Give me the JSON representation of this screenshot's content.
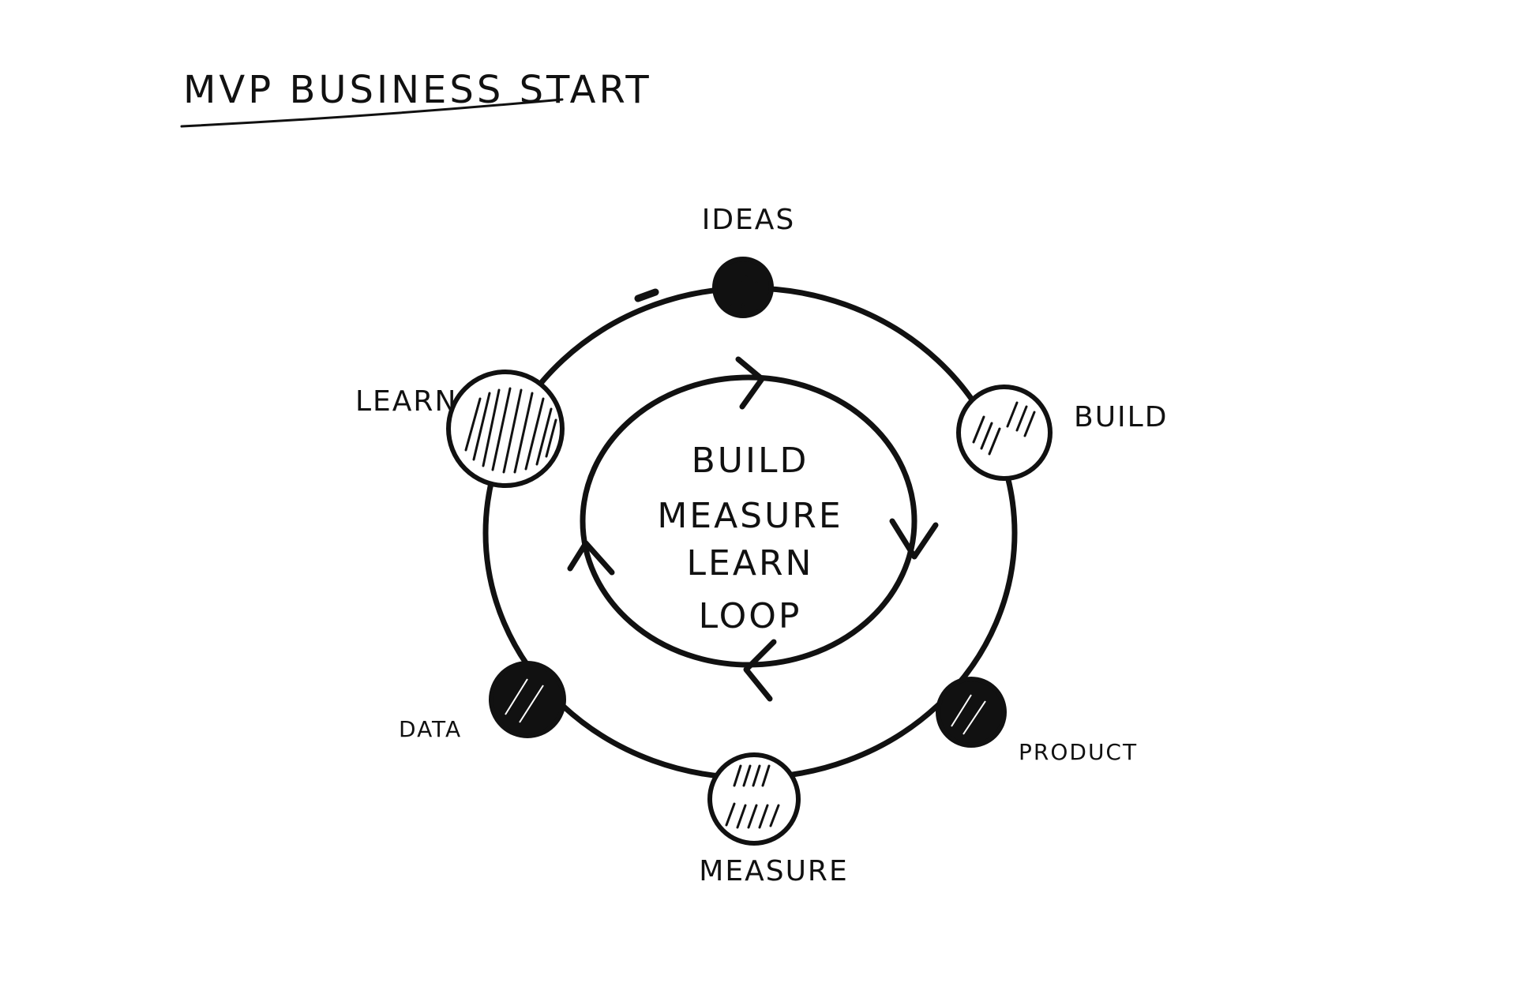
{
  "title": "MVP BUSINESS START",
  "center": {
    "lines": [
      "BUILD",
      "MEASURE",
      "LEARN",
      "LOOP"
    ]
  },
  "nodes": {
    "ideas": {
      "label": "IDEAS",
      "fill": "solid"
    },
    "build": {
      "label": "BUILD",
      "fill": "hatched"
    },
    "product": {
      "label": "PRODUCT",
      "fill": "solid"
    },
    "measure": {
      "label": "MEASURE",
      "fill": "hatched"
    },
    "data": {
      "label": "DATA",
      "fill": "solid"
    },
    "learn": {
      "label": "LEARN",
      "fill": "hatched"
    }
  },
  "colors": {
    "ink": "#111111",
    "paper": "#ffffff"
  }
}
